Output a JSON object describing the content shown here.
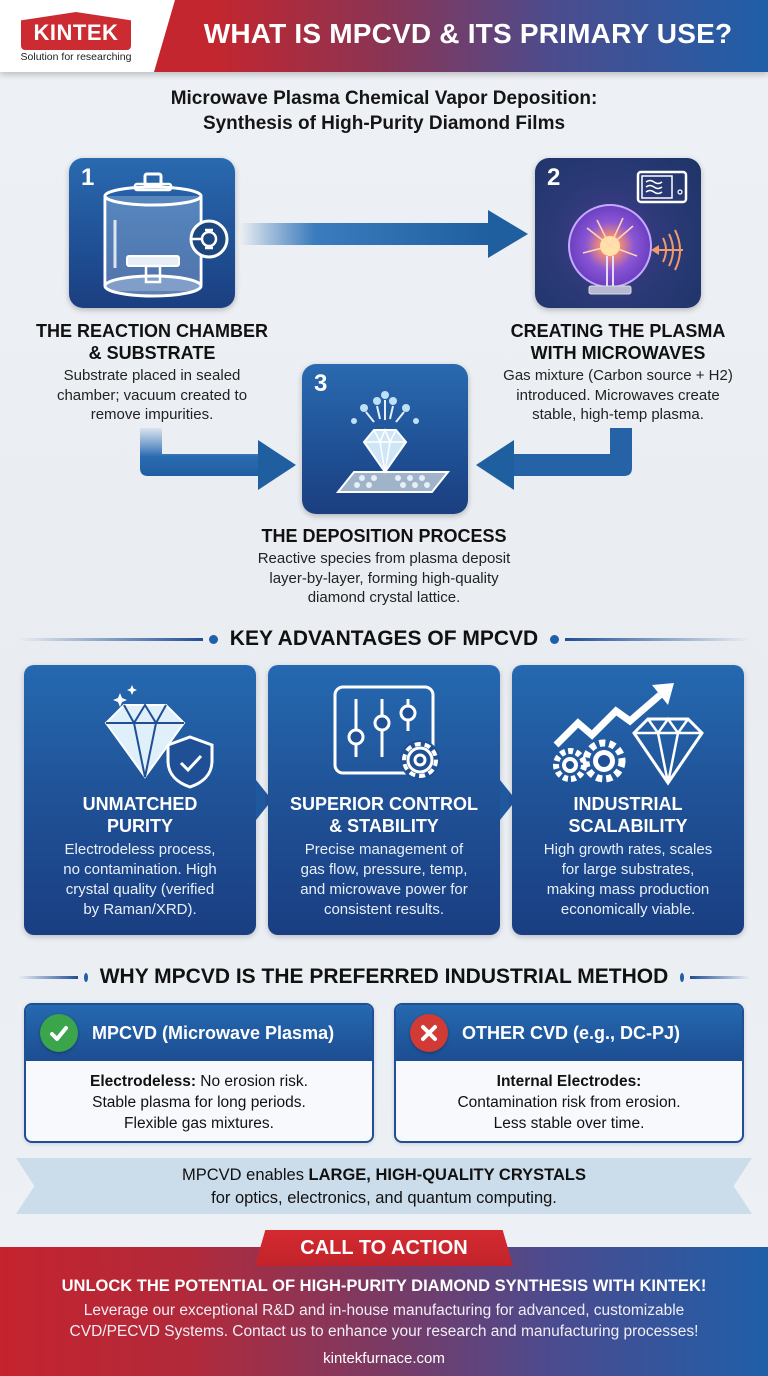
{
  "header": {
    "logo": {
      "brand": "KINTEK",
      "tagline": "Solution for researching"
    },
    "title": "WHAT IS MPCVD & ITS PRIMARY USE?"
  },
  "subtitle": {
    "line1": "Microwave Plasma Chemical Vapor Deposition:",
    "line2": "Synthesis of High-Purity Diamond Films"
  },
  "process": {
    "steps": [
      {
        "number": "1",
        "icon": "vacuum-chamber-icon",
        "title_line1": "THE REACTION CHAMBER",
        "title_line2": "& SUBSTRATE",
        "desc_line1": "Substrate placed in sealed",
        "desc_line2": "chamber; vacuum created to",
        "desc_line3": "remove impurities."
      },
      {
        "number": "2",
        "icon": "plasma-ball-microwave-icon",
        "title_line1": "CREATING THE PLASMA",
        "title_line2": "WITH MICROWAVES",
        "desc_line1": "Gas mixture (Carbon source + H2)",
        "desc_line2": "introduced. Microwaves create",
        "desc_line3": "stable, high-temp plasma."
      },
      {
        "number": "3",
        "icon": "diamond-deposition-icon",
        "title_line1": "THE DEPOSITION PROCESS",
        "desc_line1": "Reactive species from plasma deposit",
        "desc_line2": "layer-by-layer, forming high-quality",
        "desc_line3": "diamond crystal lattice."
      }
    ]
  },
  "advantages": {
    "heading": "KEY ADVANTAGES OF MPCVD",
    "cards": [
      {
        "icon": "diamond-shield-icon",
        "title_line1": "UNMATCHED",
        "title_line2": "PURITY",
        "desc_line1": "Electrodeless process,",
        "desc_line2": "no contamination. High",
        "desc_line3": "crystal quality (verified",
        "desc_line4": "by Raman/XRD)."
      },
      {
        "icon": "sliders-gear-icon",
        "title_line1": "SUPERIOR CONTROL",
        "title_line2": "& STABILITY",
        "desc_line1": "Precise management of",
        "desc_line2": "gas flow, pressure, temp,",
        "desc_line3": "and microwave power for",
        "desc_line4": "consistent results."
      },
      {
        "icon": "growth-gears-diamond-icon",
        "title_line1": "INDUSTRIAL",
        "title_line2": "SCALABILITY",
        "desc_line1": "High growth rates, scales",
        "desc_line2": "for large substrates,",
        "desc_line3": "making mass production",
        "desc_line4": "economically viable."
      }
    ]
  },
  "comparison": {
    "heading": "WHY MPCVD IS THE PREFERRED INDUSTRIAL METHOD",
    "mpcvd": {
      "status_icon": "check-icon",
      "title": "MPCVD (Microwave Plasma)",
      "bold_lead": "Electrodeless:",
      "line1_rest": " No erosion risk.",
      "line2": "Stable plasma for long periods.",
      "line3": "Flexible gas mixtures."
    },
    "other": {
      "status_icon": "x-icon",
      "title": "OTHER CVD (e.g., DC-PJ)",
      "bold_lead": "Internal Electrodes:",
      "line2": "Contamination risk from erosion.",
      "line3": "Less stable over time."
    }
  },
  "banner": {
    "prefix": "MPCVD enables ",
    "emphasis": "LARGE, HIGH-QUALITY CRYSTALS",
    "line2": "for optics, electronics, and quantum computing."
  },
  "cta": {
    "tab_label": "CALL TO ACTION",
    "headline": "UNLOCK THE POTENTIAL OF HIGH-PURITY DIAMOND SYNTHESIS WITH KINTEK!",
    "body_line1": "Leverage our exceptional R&D and in-house manufacturing for advanced, customizable",
    "body_line2": "CVD/PECVD Systems. Contact us to enhance your research and manufacturing processes!",
    "url": "kintekfurnace.com"
  },
  "colors": {
    "brand_red": "#c5232e",
    "brand_blue": "#1f4f94",
    "accent_blue": "#1f5fa8",
    "success_green": "#3aa54a",
    "error_red": "#d23a36",
    "banner_bg": "#cbdcea",
    "page_bg": "#eef1f5"
  }
}
